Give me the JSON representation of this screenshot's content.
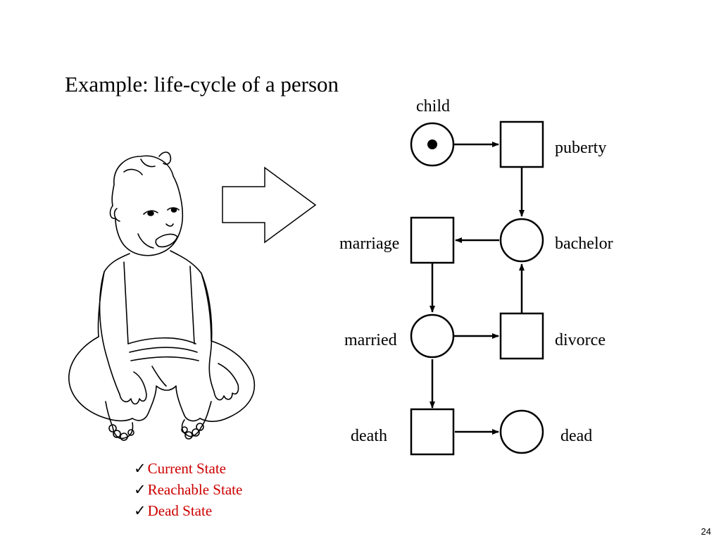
{
  "slide": {
    "title": "Example: life-cycle of a person",
    "page_number": "24"
  },
  "petri_net": {
    "places": {
      "child": "child",
      "bachelor": "bachelor",
      "married": "married",
      "dead": "dead"
    },
    "transitions": {
      "puberty": "puberty",
      "marriage": "marriage",
      "divorce": "divorce",
      "death": "death"
    },
    "token_in": "child",
    "arcs": [
      [
        "child",
        "puberty"
      ],
      [
        "puberty",
        "bachelor"
      ],
      [
        "bachelor",
        "marriage"
      ],
      [
        "marriage",
        "married"
      ],
      [
        "married",
        "divorce"
      ],
      [
        "divorce",
        "bachelor"
      ],
      [
        "married",
        "death"
      ],
      [
        "death",
        "dead"
      ]
    ]
  },
  "checklist": {
    "check_symbol": "✓",
    "items": [
      "Current State",
      "Reachable State",
      "Dead State"
    ],
    "color": "#cc0000"
  }
}
